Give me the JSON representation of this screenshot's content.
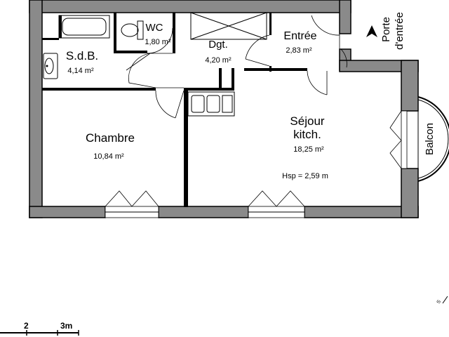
{
  "rooms": {
    "wc": {
      "name": "WC",
      "area": "1,80 m²"
    },
    "sdb": {
      "name": "S.d.B.",
      "area": "4,14 m²"
    },
    "dgt": {
      "name": "Dgt.",
      "area": "4,20 m²"
    },
    "entree": {
      "name": "Entrée",
      "area": "2,83 m²"
    },
    "chambre": {
      "name": "Chambre",
      "area": "10,84 m²"
    },
    "sejour": {
      "name1": "Séjour",
      "name2": "kitch.",
      "area": "18,25 m²"
    }
  },
  "height_note": "Hsp = 2,59 m",
  "entrance": {
    "line1": "Porte",
    "line2": "d'entrée"
  },
  "balcony": {
    "label": "Balcon"
  },
  "scale": {
    "left": "2",
    "right": "3m"
  },
  "compass_letter": "S"
}
